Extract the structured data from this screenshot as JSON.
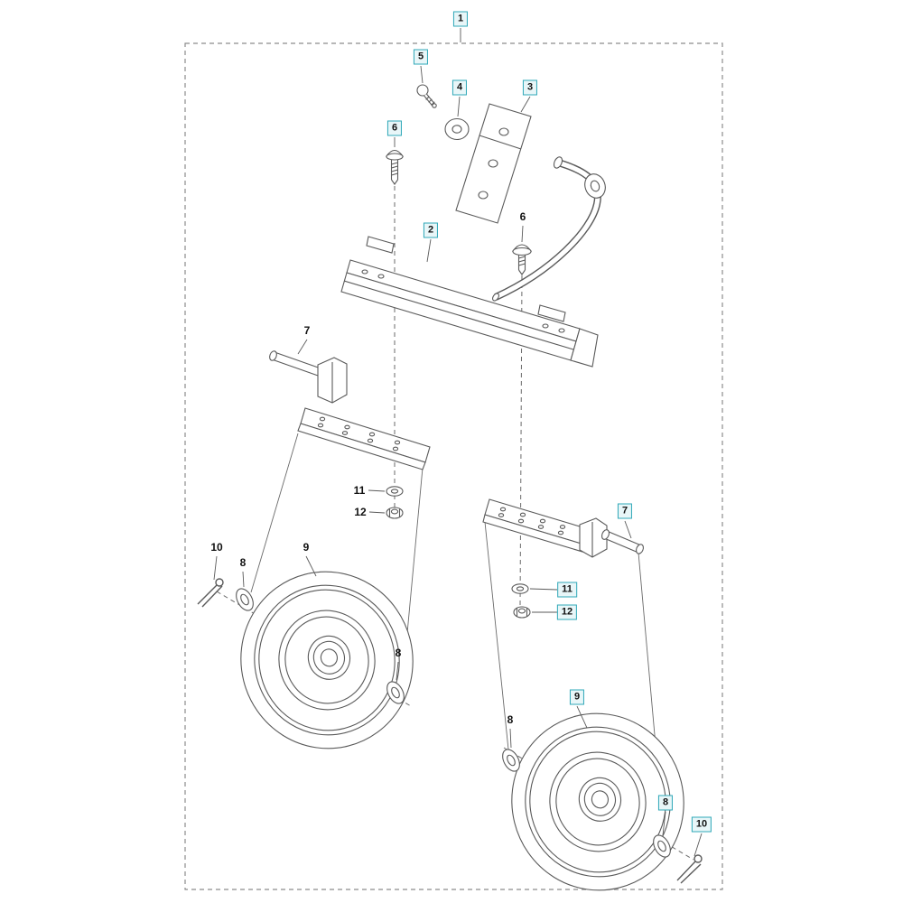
{
  "diagram": {
    "type": "exploded-parts-diagram",
    "description": "Exploded view of a twin caster wheel assembly with numbered part callouts",
    "frame_label": "1"
  },
  "colors": {
    "callout_border": "#2fa8b8",
    "callout_bg": "#e8f6f8",
    "line": "#5a5a5a",
    "frame_dash": "#8c8c8c"
  },
  "callouts": [
    {
      "text": "1",
      "style": "boxed"
    },
    {
      "text": "5",
      "style": "boxed"
    },
    {
      "text": "4",
      "style": "boxed"
    },
    {
      "text": "3",
      "style": "boxed"
    },
    {
      "text": "6",
      "style": "boxed"
    },
    {
      "text": "2",
      "style": "boxed"
    },
    {
      "text": "6",
      "style": "plain"
    },
    {
      "text": "7",
      "style": "plain"
    },
    {
      "text": "11",
      "style": "plain"
    },
    {
      "text": "12",
      "style": "plain"
    },
    {
      "text": "10",
      "style": "plain"
    },
    {
      "text": "8",
      "style": "plain"
    },
    {
      "text": "9",
      "style": "plain"
    },
    {
      "text": "8",
      "style": "plain"
    },
    {
      "text": "7",
      "style": "boxed"
    },
    {
      "text": "11",
      "style": "boxed"
    },
    {
      "text": "12",
      "style": "boxed"
    },
    {
      "text": "9",
      "style": "boxed"
    },
    {
      "text": "8",
      "style": "plain"
    },
    {
      "text": "8",
      "style": "boxed"
    },
    {
      "text": "10",
      "style": "boxed"
    }
  ]
}
